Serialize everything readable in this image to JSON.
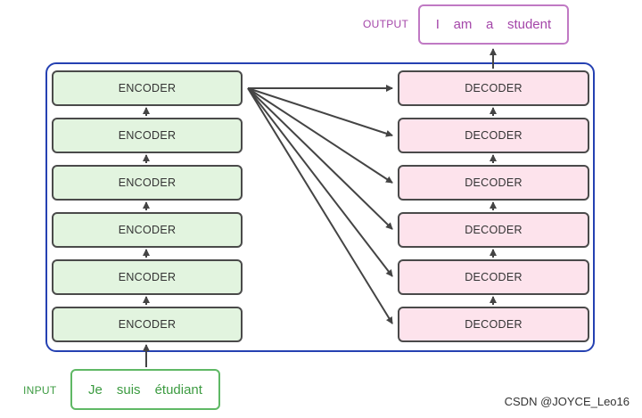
{
  "labels": {
    "output": "OUTPUT",
    "input": "INPUT"
  },
  "output_words": [
    "I",
    "am",
    "a",
    "student"
  ],
  "input_words": [
    "Je",
    "suis",
    "étudiant"
  ],
  "encoders": [
    "ENCODER",
    "ENCODER",
    "ENCODER",
    "ENCODER",
    "ENCODER",
    "ENCODER"
  ],
  "decoders": [
    "DECODER",
    "DECODER",
    "DECODER",
    "DECODER",
    "DECODER",
    "DECODER"
  ],
  "watermark": "CSDN @JOYCE_Leo16",
  "colors": {
    "frame": "#2541b2",
    "encoder_fill": "#e2f4df",
    "decoder_fill": "#fde3ec",
    "block_border": "#4a4a4a",
    "output": "#a446a9",
    "input": "#3c9b41",
    "arrow": "#444444"
  }
}
